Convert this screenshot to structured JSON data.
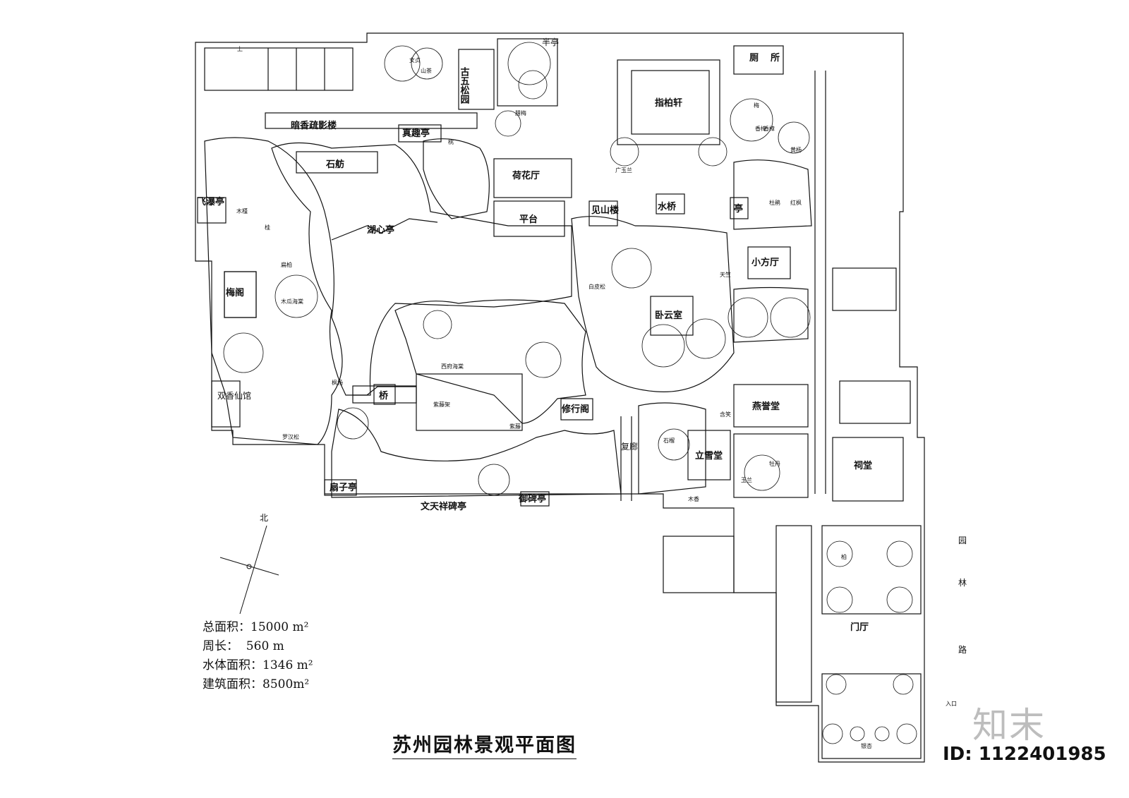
{
  "map": {
    "title": "苏州园林景观平面图",
    "north_label": "北",
    "stats": [
      {
        "label": "总面积：",
        "value": "15000 m²"
      },
      {
        "label": "周长：",
        "value": "  560 m"
      },
      {
        "label": "水体面积：",
        "value": "1346 m²"
      },
      {
        "label": "建筑面积：",
        "value": "8500m²"
      }
    ],
    "buildings": [
      "暗香疏影楼",
      "石舫",
      "真趣亭",
      "古五松园",
      "半亭",
      "荷花厅",
      "平台",
      "指柏轩",
      "厕",
      "所",
      "飞瀑亭",
      "湖心亭",
      "见山楼",
      "水桥",
      "亭",
      "小方厅",
      "梅阁",
      "卧云室",
      "双香仙馆",
      "桥",
      "修行阁",
      "燕誉堂",
      "扇子亭",
      "文天祥碑亭",
      "御碑亭",
      "复廊",
      "立雪堂",
      "祠堂",
      "门厅",
      "上"
    ],
    "plants": [
      "女贞",
      "广玉兰",
      "白皮松",
      "西府海棠",
      "木瓜海棠",
      "紫藤",
      "紫藤架",
      "柏",
      "石榴",
      "梅",
      "香樟",
      "黄杨",
      "牡丹",
      "杜鹃",
      "桂",
      "红枫",
      "枫杨",
      "木槿",
      "扁柏",
      "腊梅",
      "山茶",
      "银杏",
      "玉兰",
      "罗汉松",
      "木香",
      "天竺",
      "香樟",
      "含笑",
      "桃"
    ],
    "road_label": "园林路",
    "entrance_label": "入口"
  },
  "watermark": {
    "logo": "知末",
    "id_text": "ID: 1122401985"
  }
}
